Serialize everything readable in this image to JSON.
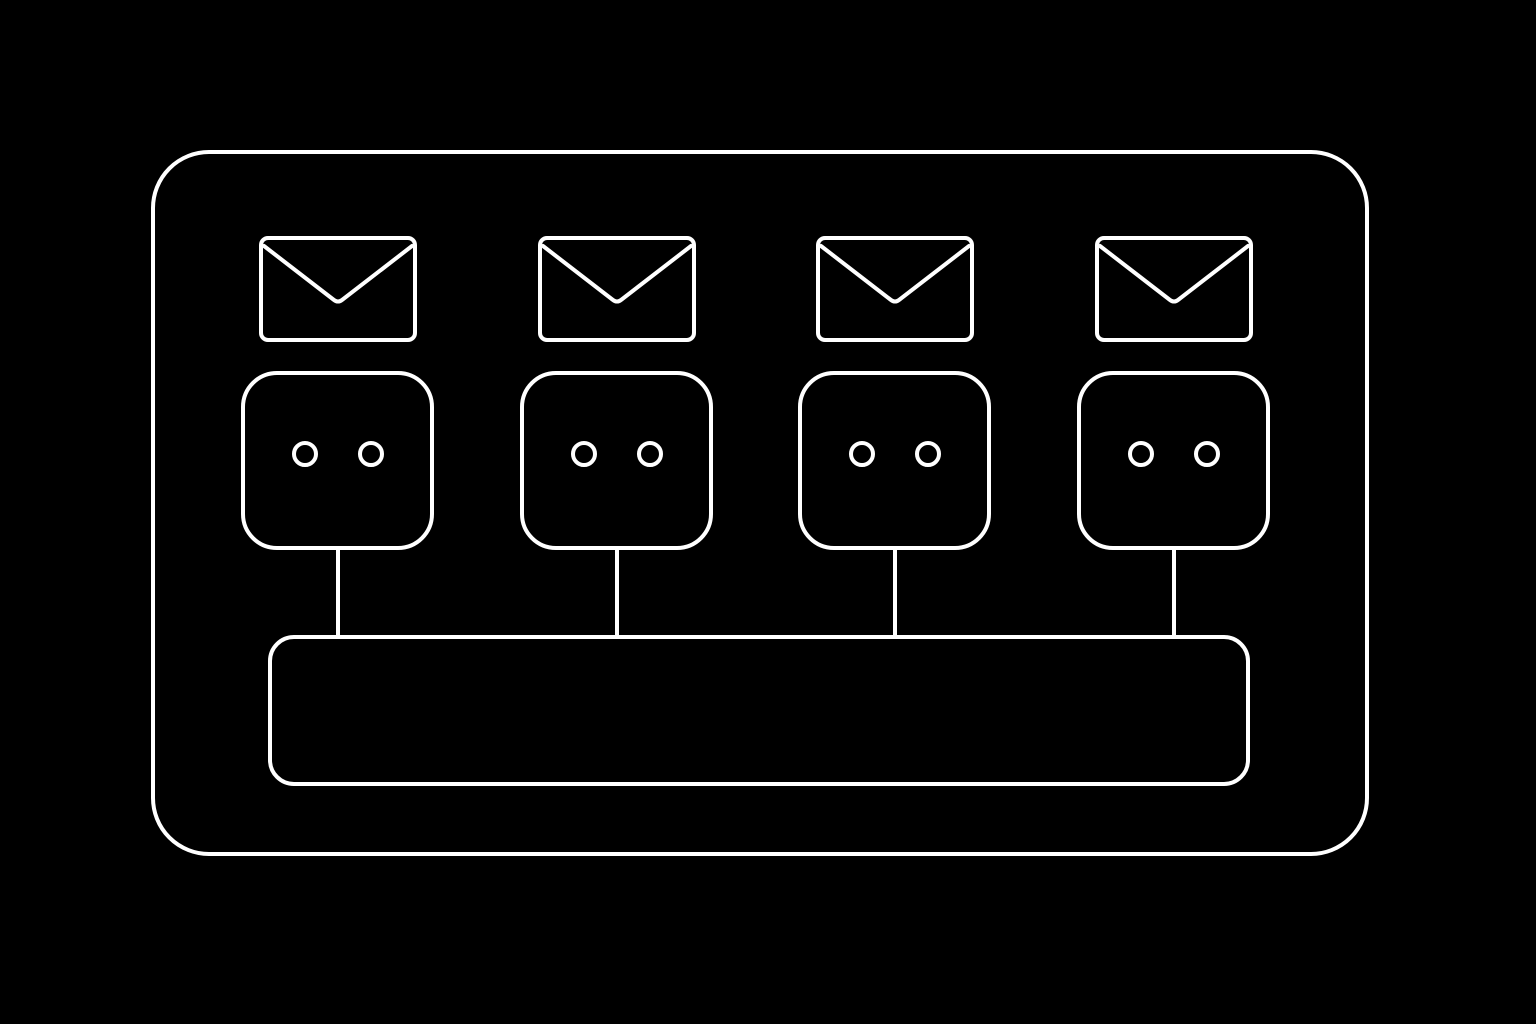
{
  "colors": {
    "background": "#000000",
    "stroke": "#ffffff"
  },
  "diagram": {
    "agents": [
      {
        "id": "agent-1",
        "envelope_icon": "envelope-icon",
        "face_icon": "robot-face-icon"
      },
      {
        "id": "agent-2",
        "envelope_icon": "envelope-icon",
        "face_icon": "robot-face-icon"
      },
      {
        "id": "agent-3",
        "envelope_icon": "envelope-icon",
        "face_icon": "robot-face-icon"
      },
      {
        "id": "agent-4",
        "envelope_icon": "envelope-icon",
        "face_icon": "robot-face-icon"
      }
    ],
    "shared_bus_label": ""
  }
}
